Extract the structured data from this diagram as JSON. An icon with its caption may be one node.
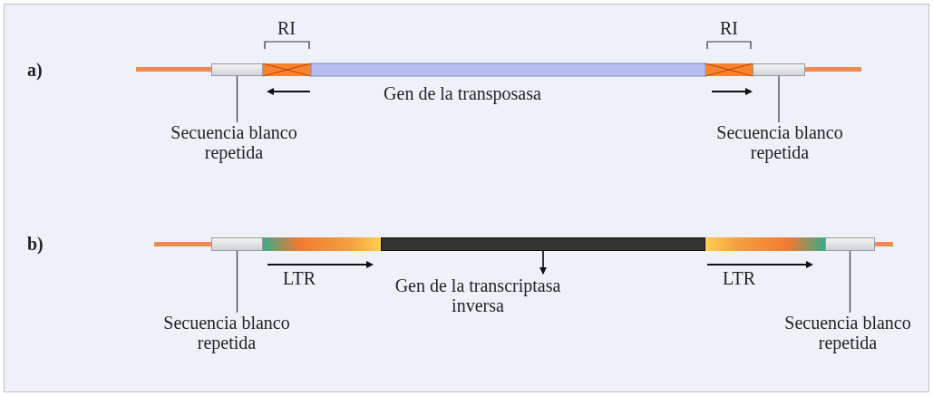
{
  "diagram": {
    "nodes": [
      {
        "text": [],
        "shape": "bar"
      },
      {
        "text": [
          "Secuencia blanco repetida"
        ]
      },
      {
        "text": [],
        "shape": "bar"
      },
      {
        "text": [
          "Secuencia blanco repetida"
        ]
      },
      {
        "text": [],
        "shape": "bar"
      },
      {
        "text": [
          "Secuencia blanco repetida"
        ]
      },
      {
        "text": [],
        "shape": "bar"
      },
      {
        "text": [
          "Gen de la transcriptasa inversa"
        ]
      },
      {
        "text": [],
        "shape": "bar"
      },
      {
        "text": [
          "Secuencia blanco repetida"
        ]
      }
    ],
    "edges": [
      {
        "from": 1,
        "to": 0,
        "arrow": "none"
      },
      {
        "from": 3,
        "to": 2,
        "arrow": "none"
      },
      {
        "from": 5,
        "to": 4,
        "arrow": "none"
      },
      {
        "from": 6,
        "to": 7,
        "arrow": "to"
      },
      {
        "from": 9,
        "to": 8,
        "arrow": "none"
      }
    ],
    "labels": [
      "a)",
      "RI",
      "RI",
      "Gen de la transposasa",
      "b)",
      "LTR",
      "LTR"
    ]
  }
}
